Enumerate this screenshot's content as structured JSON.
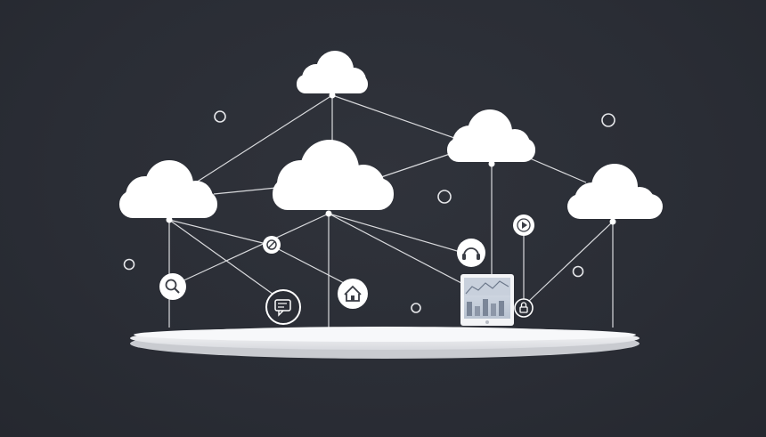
{
  "colors": {
    "background": "#2b2e36",
    "cloud": "#ffffff",
    "connector": "#d9dadd",
    "platform": "#f2f3f5",
    "platform_shadow": "#c9cbd0",
    "icon_stroke": "#3a3d45",
    "ring": "#e6e7ea"
  },
  "clouds": [
    {
      "id": "cloud-top"
    },
    {
      "id": "cloud-center"
    },
    {
      "id": "cloud-left"
    },
    {
      "id": "cloud-right-upper"
    },
    {
      "id": "cloud-far-right"
    }
  ],
  "device_icons": [
    {
      "id": "search",
      "icon": "magnifier-icon"
    },
    {
      "id": "chat",
      "icon": "chat-bubble-icon"
    },
    {
      "id": "home",
      "icon": "house-icon"
    },
    {
      "id": "headphones",
      "icon": "headphones-icon"
    },
    {
      "id": "wifi",
      "icon": "no-signal-icon"
    },
    {
      "id": "play",
      "icon": "play-icon"
    },
    {
      "id": "lock",
      "icon": "lock-icon"
    },
    {
      "id": "laptop",
      "icon": "laptop-icon"
    }
  ],
  "decorative_rings": 6
}
